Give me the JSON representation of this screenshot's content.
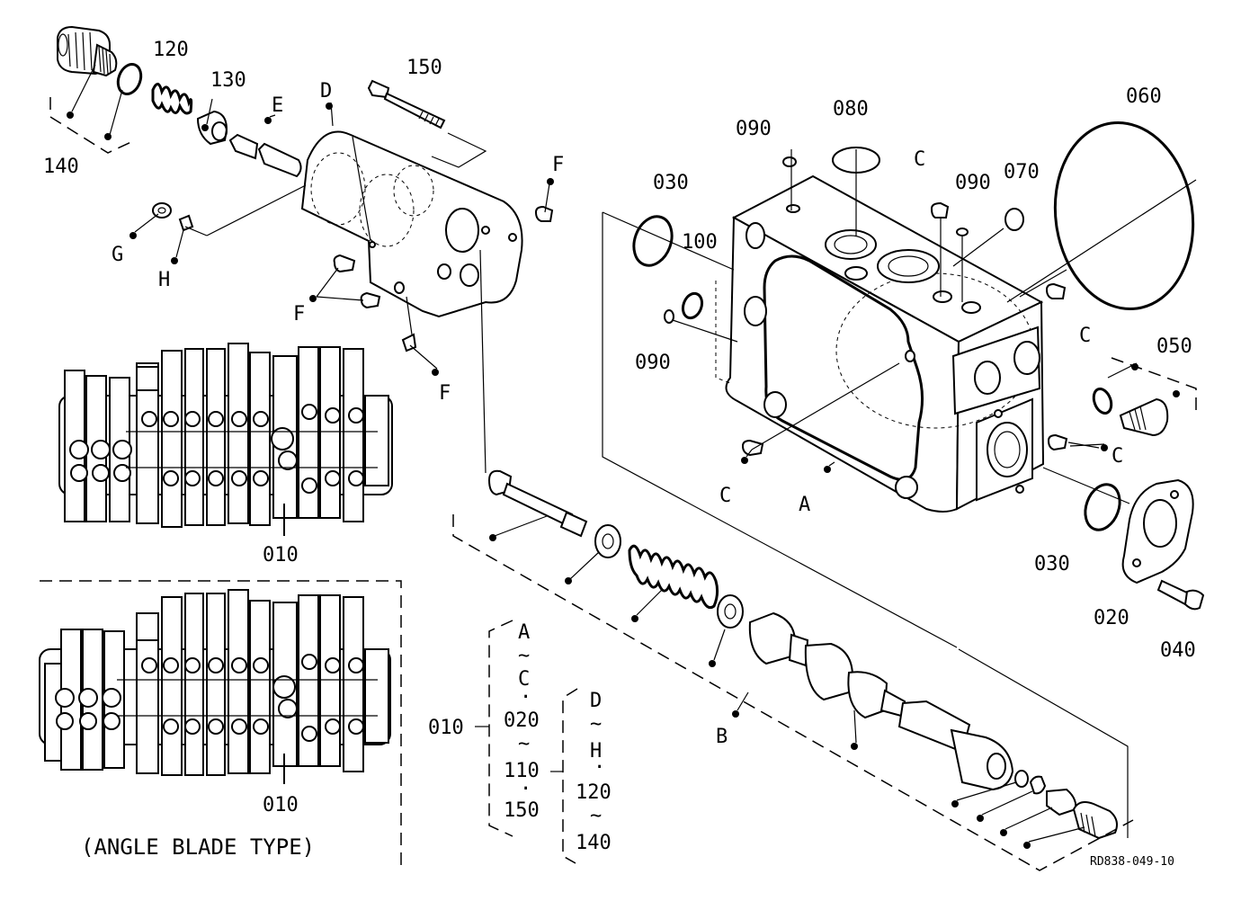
{
  "labels": {
    "p010_main": "010",
    "p010_angle": "010",
    "p010_group": "010",
    "p020": "020",
    "p030_top": "030",
    "p030_bottom": "030",
    "p040": "040",
    "p050": "050",
    "p060": "060",
    "p070": "070",
    "p080": "080",
    "p090_top": "090",
    "p090_mid": "090",
    "p090_left": "090",
    "p100": "100",
    "p120": "120",
    "p130": "130",
    "p140": "140",
    "p150": "150",
    "A": "A",
    "B": "B",
    "C1": "C",
    "C2": "C",
    "C3": "C",
    "C4": "C",
    "D": "D",
    "E": "E",
    "F1": "F",
    "F2": "F",
    "F3": "F",
    "G": "G",
    "H": "H"
  },
  "group_legend": {
    "bracket1": [
      "A",
      "~",
      "C",
      "·",
      "020",
      "~",
      "110",
      "·",
      "150"
    ],
    "bracket2": [
      "D",
      "~",
      "H",
      "·",
      "120",
      "~",
      "140"
    ]
  },
  "angle_blade_caption": "(ANGLE BLADE TYPE)",
  "reference": "RD838-049-10"
}
